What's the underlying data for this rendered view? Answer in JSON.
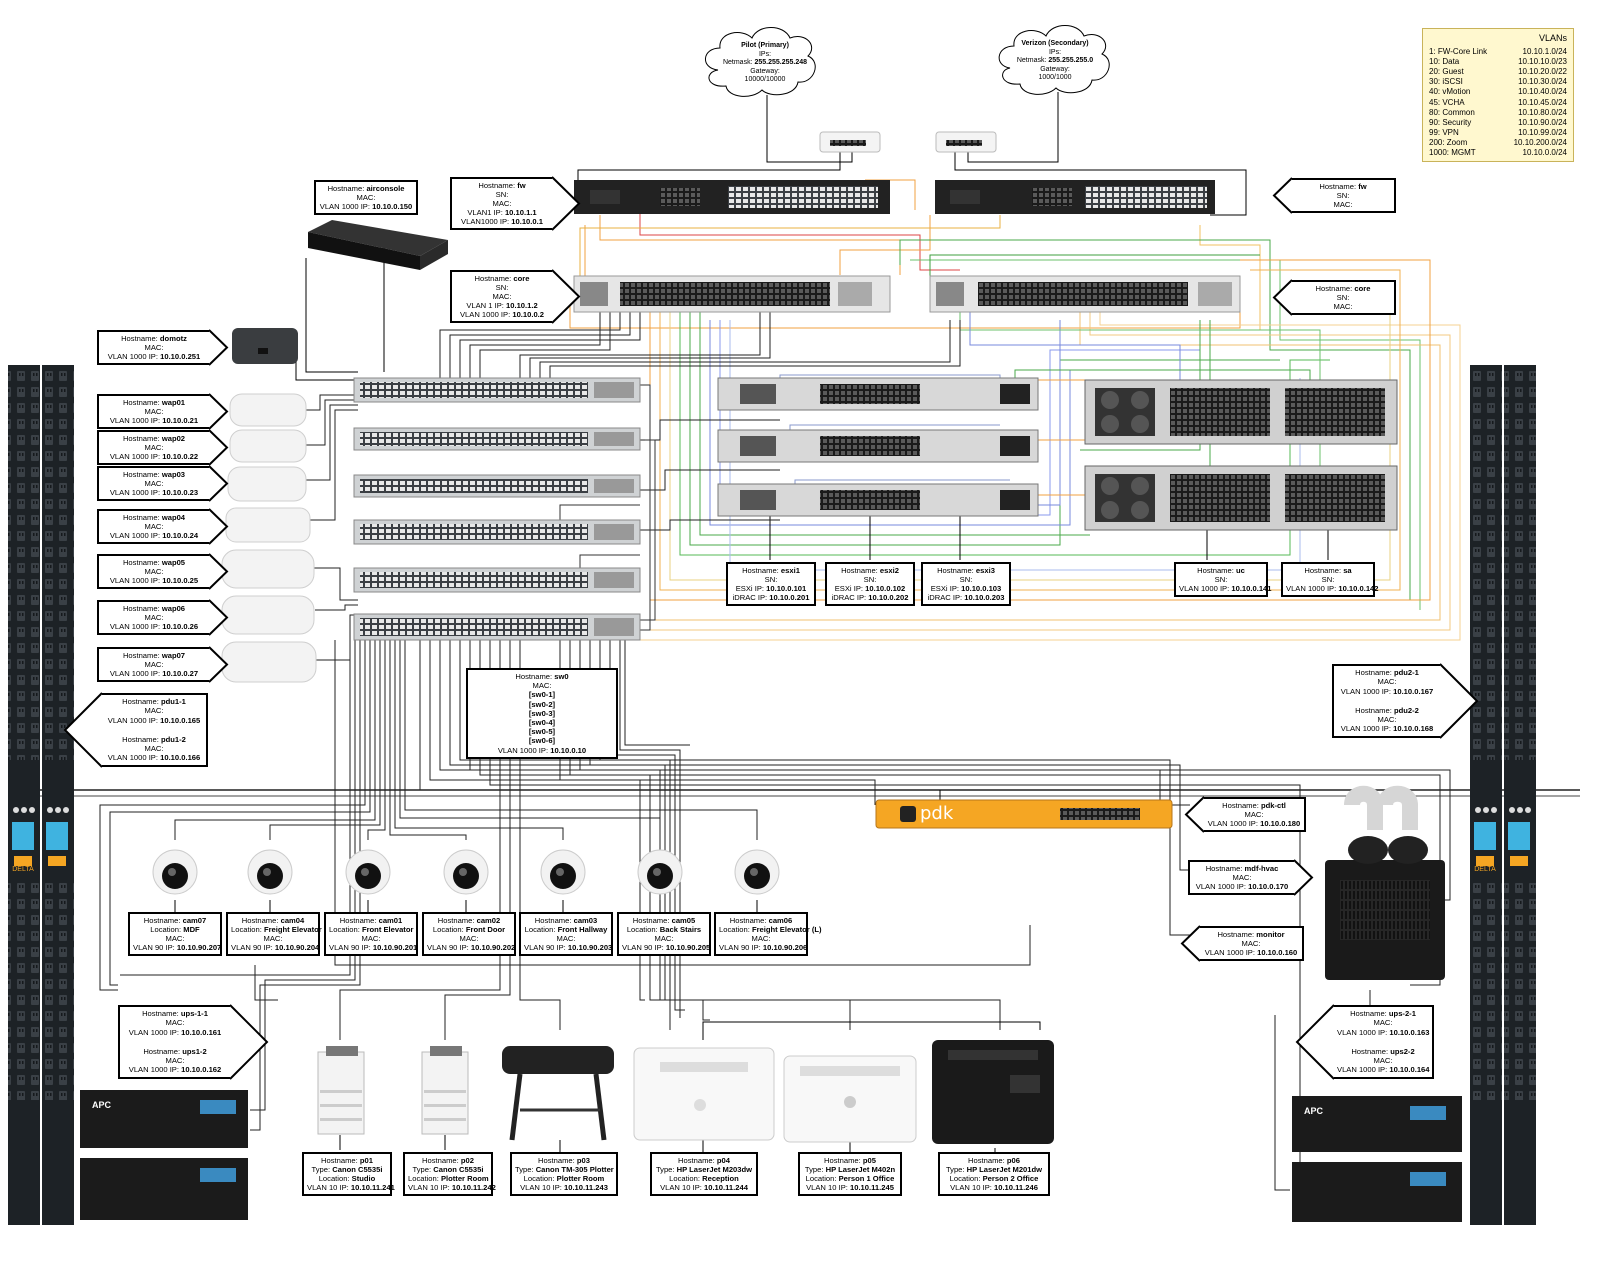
{
  "colors": {
    "rack": "#2a2f33",
    "pdk": "#f5a623",
    "vlan_bg": "#fff8cf",
    "wire_orange": "#f0a040",
    "wire_green": "#4aa84a",
    "wire_blue": "#7788dd",
    "wire_red": "#dd4444"
  },
  "clouds": [
    {
      "name": "Pilot (Primary)",
      "ips": "IPs:",
      "netmask_label": "Netmask:",
      "netmask": "255.255.255.248",
      "gateway_label": "Gateway:",
      "speed": "10000/10000"
    },
    {
      "name": "Verizon (Secondary)",
      "ips": "IPs:",
      "netmask_label": "Netmask:",
      "netmask": "255.255.255.0",
      "gateway_label": "Gateway:",
      "speed": "1000/1000"
    }
  ],
  "vlans": {
    "title": "VLANs",
    "rows": [
      {
        "name": "1: FW-Core Link",
        "net": "10.10.1.0/24"
      },
      {
        "name": "10: Data",
        "net": "10.10.10.0/23"
      },
      {
        "name": "20: Guest",
        "net": "10.10.20.0/22"
      },
      {
        "name": "30: iSCSI",
        "net": "10.10.30.0/24"
      },
      {
        "name": "40: vMotion",
        "net": "10.10.40.0/24"
      },
      {
        "name": "45: VCHA",
        "net": "10.10.45.0/24"
      },
      {
        "name": "80: Common",
        "net": "10.10.80.0/24"
      },
      {
        "name": "90: Security",
        "net": "10.10.90.0/24"
      },
      {
        "name": "99: VPN",
        "net": "10.10.99.0/24"
      },
      {
        "name": "200: Zoom",
        "net": "10.10.200.0/24"
      },
      {
        "name": "1000: MGMT",
        "net": "10.10.0.0/24"
      }
    ]
  },
  "labels": {
    "hostname": "Hostname:",
    "mac": "MAC:",
    "sn": "SN:",
    "location": "Location:",
    "type": "Type:",
    "airconsole": {
      "host": "airconsole",
      "ip_label": "VLAN 1000 IP:",
      "ip": "10.10.0.150"
    },
    "fw1": {
      "host": "fw",
      "v1_label": "VLAN1 IP:",
      "v1": "10.10.1.1",
      "v2_label": "VLAN1000 IP:",
      "v2": "10.10.0.1"
    },
    "fw2": {
      "host": "fw"
    },
    "core1": {
      "host": "core",
      "v1_label": "VLAN 1 IP:",
      "v1": "10.10.1.2",
      "v2_label": "VLAN 1000 IP:",
      "v2": "10.10.0.2"
    },
    "core2": {
      "host": "core"
    },
    "domotz": {
      "host": "domotz",
      "ip_label": "VLAN 1000 IP:",
      "ip": "10.10.0.251"
    },
    "waps": [
      {
        "host": "wap01",
        "ip_label": "VLAN 1000 IP:",
        "ip": "10.10.0.21"
      },
      {
        "host": "wap02",
        "ip_label": "VLAN 1000 IP:",
        "ip": "10.10.0.22"
      },
      {
        "host": "wap03",
        "ip_label": "VLAN 1000 IP:",
        "ip": "10.10.0.23"
      },
      {
        "host": "wap04",
        "ip_label": "VLAN 1000 IP:",
        "ip": "10.10.0.24"
      },
      {
        "host": "wap05",
        "ip_label": "VLAN 1000 IP:",
        "ip": "10.10.0.25"
      },
      {
        "host": "wap06",
        "ip_label": "VLAN 1000 IP:",
        "ip": "10.10.0.26"
      },
      {
        "host": "wap07",
        "ip_label": "VLAN 1000 IP:",
        "ip": "10.10.0.27"
      }
    ],
    "pdu1": {
      "host1": "pdu1-1",
      "ip1": "10.10.0.165",
      "host2": "pdu1-2",
      "ip2": "10.10.0.166",
      "ip_label": "VLAN 1000 IP:"
    },
    "pdu2": {
      "host1": "pdu2-1",
      "ip1": "10.10.0.167",
      "host2": "pdu2-2",
      "ip2": "10.10.0.168",
      "ip_label": "VLAN 1000 IP:"
    },
    "sw0": {
      "host": "sw0",
      "members": [
        "[sw0-1]",
        "[sw0-2]",
        "[sw0-3]",
        "[sw0-4]",
        "[sw0-5]",
        "[sw0-6]"
      ],
      "ip_label": "VLAN 1000 IP:",
      "ip": "10.10.0.10"
    },
    "esxi": [
      {
        "host": "esxi1",
        "esx_label": "ESXi IP:",
        "esx": "10.10.0.101",
        "idrac_label": "iDRAC IP:",
        "idrac": "10.10.0.201"
      },
      {
        "host": "esxi2",
        "esx_label": "ESXi IP:",
        "esx": "10.10.0.102",
        "idrac_label": "iDRAC IP:",
        "idrac": "10.10.0.202"
      },
      {
        "host": "esxi3",
        "esx_label": "ESXi IP:",
        "esx": "10.10.0.103",
        "idrac_label": "iDRAC IP:",
        "idrac": "10.10.0.203"
      }
    ],
    "uc": {
      "host": "uc",
      "ip_label": "VLAN 1000 IP:",
      "ip": "10.10.0.141"
    },
    "sa": {
      "host": "sa",
      "ip_label": "VLAN 1000 IP:",
      "ip": "10.10.0.142"
    },
    "pdkctl": {
      "host": "pdk-ctl",
      "ip_label": "VLAN 1000 IP:",
      "ip": "10.10.0.180"
    },
    "mdfhvac": {
      "host": "mdf-hvac",
      "ip_label": "VLAN 1000 IP:",
      "ip": "10.10.0.170"
    },
    "monitor": {
      "host": "monitor",
      "ip_label": "VLAN 1000 IP:",
      "ip": "10.10.0.160"
    },
    "cams": [
      {
        "host": "cam07",
        "loc": "MDF",
        "ip_label": "VLAN 90 IP:",
        "ip": "10.10.90.207"
      },
      {
        "host": "cam04",
        "loc": "Freight Elevator (R)",
        "ip_label": "VLAN 90 IP:",
        "ip": "10.10.90.204"
      },
      {
        "host": "cam01",
        "loc": "Front Elevator",
        "ip_label": "VLAN 90 IP:",
        "ip": "10.10.90.201"
      },
      {
        "host": "cam02",
        "loc": "Front Door",
        "ip_label": "VLAN 90 IP:",
        "ip": "10.10.90.202"
      },
      {
        "host": "cam03",
        "loc": "Front Hallway",
        "ip_label": "VLAN 90 IP:",
        "ip": "10.10.90.203"
      },
      {
        "host": "cam05",
        "loc": "Back Stairs",
        "ip_label": "VLAN 90 IP:",
        "ip": "10.10.90.205"
      },
      {
        "host": "cam06",
        "loc": "Freight Elevator (L)",
        "ip_label": "VLAN 90 IP:",
        "ip": "10.10.90.206"
      }
    ],
    "ups1": {
      "host1": "ups-1-1",
      "ip1": "10.10.0.161",
      "host2": "ups1-2",
      "ip2": "10.10.0.162",
      "ip_label": "VLAN 1000 IP:"
    },
    "ups2": {
      "host1": "ups-2-1",
      "ip1": "10.10.0.163",
      "host2": "ups2-2",
      "ip2": "10.10.0.164",
      "ip_label": "VLAN 1000 IP:"
    },
    "printers": [
      {
        "host": "p01",
        "type": "Canon C5535i",
        "loc": "Studio",
        "ip_label": "VLAN 10 IP:",
        "ip": "10.10.11.241"
      },
      {
        "host": "p02",
        "type": "Canon C5535i",
        "loc": "Plotter Room",
        "ip_label": "VLAN 10 IP:",
        "ip": "10.10.11.242"
      },
      {
        "host": "p03",
        "type": "Canon TM-305 Plotter",
        "loc": "Plotter Room",
        "ip_label": "VLAN 10 IP:",
        "ip": "10.10.11.243"
      },
      {
        "host": "p04",
        "type": "HP LaserJet M203dw",
        "loc": "Reception",
        "ip_label": "VLAN 10 IP:",
        "ip": "10.10.11.244"
      },
      {
        "host": "p05",
        "type": "HP LaserJet M402n",
        "loc": "Person 1 Office",
        "ip_label": "VLAN 10 IP:",
        "ip": "10.10.11.245"
      },
      {
        "host": "p06",
        "type": "HP LaserJet M201dw",
        "loc": "Person 2 Office",
        "ip_label": "VLAN 10 IP:",
        "ip": "10.10.11.246"
      }
    ]
  },
  "device_text": {
    "pdk": "pdk",
    "pdu_brand": "DELTA",
    "ups_brand": "APC"
  }
}
